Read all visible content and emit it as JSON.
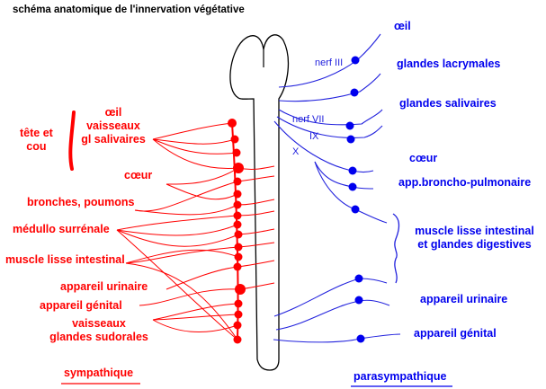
{
  "title": "schéma anatomique de l'innervation végétative",
  "colors": {
    "sympathetic": "#ff0000",
    "parasympathetic": "#0000ee",
    "cord_outline": "#000000"
  },
  "sympathetic": {
    "section_label": "sympathique",
    "head_group": {
      "label_line1": "tête et",
      "label_line2": "cou",
      "items": [
        "œil",
        "vaisseaux",
        "gl salivaires"
      ]
    },
    "targets": [
      "cœur",
      "bronches, poumons",
      "médullo surrénale",
      "muscle lisse intestinal",
      "appareil urinaire",
      "appareil génital"
    ],
    "last_target": {
      "line1": "vaisseaux",
      "line2": "glandes sudorales"
    }
  },
  "parasympathetic": {
    "section_label": "parasympathique",
    "nerves": [
      "nerf III",
      "nerf VII",
      "IX",
      "X"
    ],
    "targets": [
      "œil",
      "glandes lacrymales",
      "glandes salivaires",
      "cœur",
      "app.broncho-pulmonaire"
    ],
    "digestive": {
      "line1": "muscle lisse intestinal",
      "line2": "et glandes digestives"
    },
    "sacral_targets": [
      "appareil urinaire",
      "appareil génital"
    ]
  }
}
